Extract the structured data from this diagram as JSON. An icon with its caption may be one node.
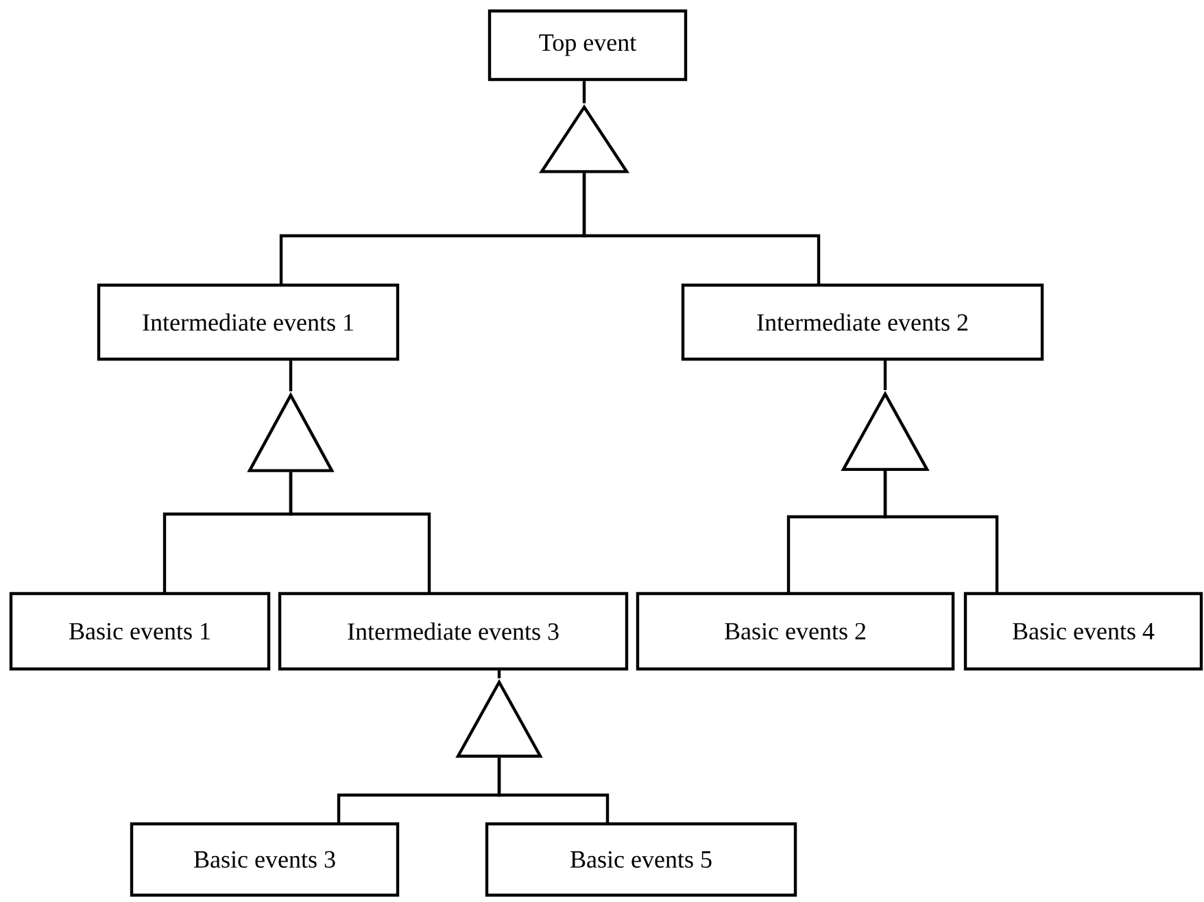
{
  "diagram": {
    "nodes": [
      {
        "text": [
          "Top event"
        ]
      },
      {
        "text": [],
        "shape": "triangle"
      },
      {
        "text": [
          "Intermediate events 1"
        ]
      },
      {
        "text": [
          "Intermediate events 2"
        ]
      },
      {
        "text": [],
        "shape": "triangle"
      },
      {
        "text": [],
        "shape": "triangle"
      },
      {
        "text": [
          "Basic events 1"
        ]
      },
      {
        "text": [
          "Intermediate events 3"
        ]
      },
      {
        "text": [
          "Basic events 2"
        ]
      },
      {
        "text": [
          "Basic events 4"
        ]
      },
      {
        "text": [],
        "shape": "triangle"
      },
      {
        "text": [
          "Basic events 3"
        ]
      },
      {
        "text": [
          "Basic events 5"
        ]
      }
    ],
    "edges": [
      {
        "from": 0,
        "to": 1,
        "arrow": "none"
      },
      {
        "from": 1,
        "to": 2,
        "arrow": "none"
      },
      {
        "from": 1,
        "to": 3,
        "arrow": "none"
      },
      {
        "from": 2,
        "to": 4,
        "arrow": "none"
      },
      {
        "from": 3,
        "to": 5,
        "arrow": "none"
      },
      {
        "from": 4,
        "to": 6,
        "arrow": "none"
      },
      {
        "from": 4,
        "to": 7,
        "arrow": "none"
      },
      {
        "from": 5,
        "to": 8,
        "arrow": "none"
      },
      {
        "from": 5,
        "to": 9,
        "arrow": "none"
      },
      {
        "from": 7,
        "to": 10,
        "arrow": "none"
      },
      {
        "from": 10,
        "to": 11,
        "arrow": "none"
      },
      {
        "from": 10,
        "to": 12,
        "arrow": "none"
      }
    ]
  }
}
